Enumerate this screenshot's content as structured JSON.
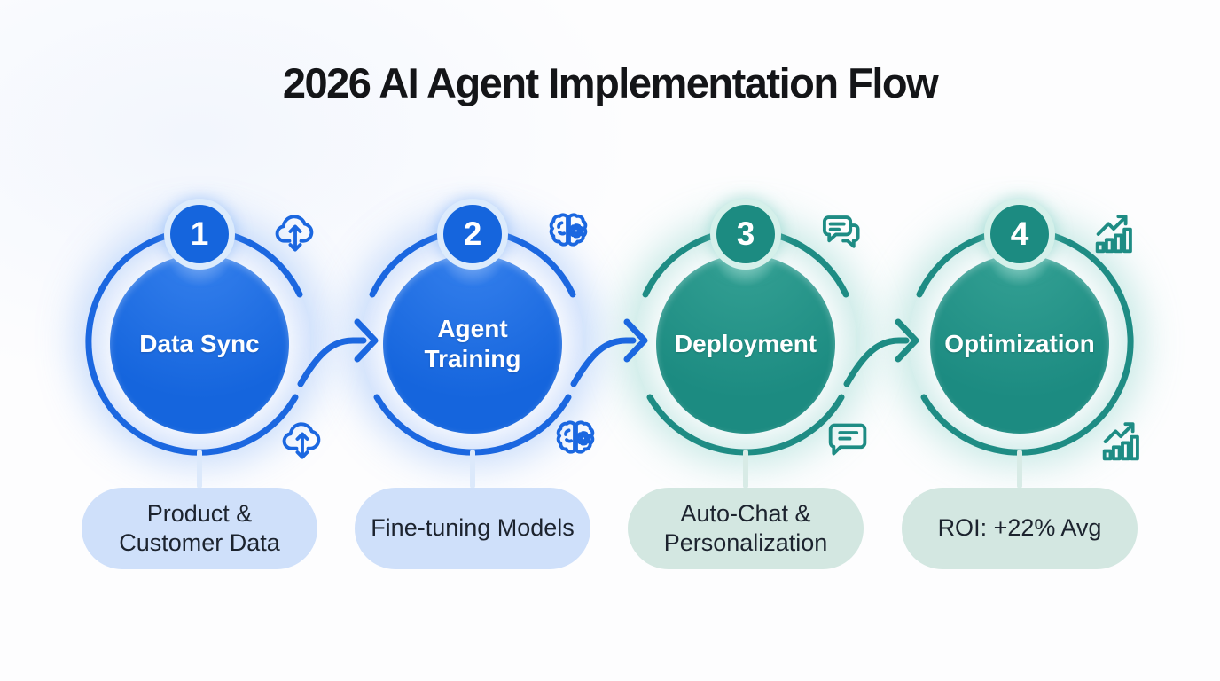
{
  "title": "2026 AI Agent Implementation Flow",
  "colors": {
    "blue_accent": "#1b67e0",
    "blue_fill": "#1565dd",
    "blue_pill": "#cfe0fa",
    "teal_accent": "#1e8c84",
    "teal_fill": "#1c8b81",
    "teal_pill": "#d3e7e1",
    "title_text": "#141518",
    "caption_text": "#1c232e"
  },
  "steps": [
    {
      "number": "1",
      "label": "Data Sync",
      "caption": "Product & Customer Data",
      "theme": "blue",
      "top_icon": "cloud-sync",
      "bottom_icon": "cloud-sync"
    },
    {
      "number": "2",
      "label": "Agent Training",
      "caption": "Fine-tuning Models",
      "theme": "blue",
      "top_icon": "brain-gear",
      "bottom_icon": "brain-gear"
    },
    {
      "number": "3",
      "label": "Deployment",
      "caption": "Auto-Chat & Personalization",
      "theme": "teal",
      "top_icon": "chat-bubbles",
      "bottom_icon": "chat-note"
    },
    {
      "number": "4",
      "label": "Optimization",
      "caption": "ROI: +22% Avg",
      "theme": "teal",
      "top_icon": "growth-chart",
      "bottom_icon": "growth-chart"
    }
  ]
}
